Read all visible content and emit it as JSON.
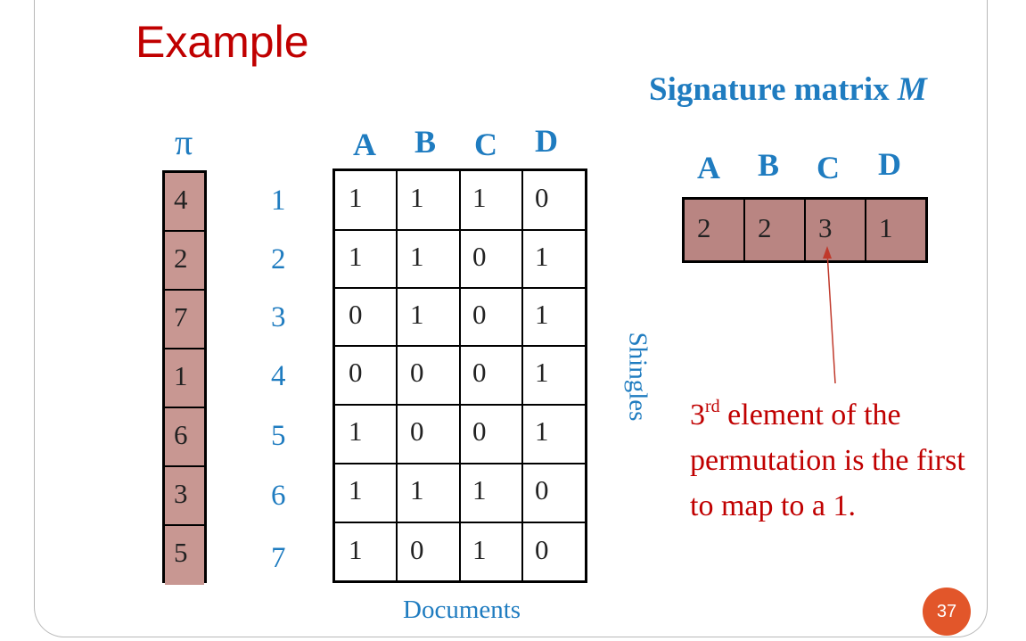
{
  "slide": {
    "title": "Example",
    "page_number": "37"
  },
  "permutation": {
    "symbol": "π",
    "values": [
      "4",
      "2",
      "7",
      "1",
      "6",
      "3",
      "5"
    ]
  },
  "row_numbers": [
    "1",
    "2",
    "3",
    "4",
    "5",
    "6",
    "7"
  ],
  "input_matrix": {
    "columns": [
      "A",
      "B",
      "C",
      "D"
    ],
    "rows": [
      [
        "1",
        "1",
        "1",
        "0"
      ],
      [
        "1",
        "1",
        "0",
        "1"
      ],
      [
        "0",
        "1",
        "0",
        "1"
      ],
      [
        "0",
        "0",
        "0",
        "1"
      ],
      [
        "1",
        "0",
        "0",
        "1"
      ],
      [
        "1",
        "1",
        "1",
        "0"
      ],
      [
        "1",
        "0",
        "1",
        "0"
      ]
    ],
    "row_axis_label": "Shingles",
    "col_axis_label": "Documents"
  },
  "signature": {
    "title_prefix": "Signature matrix ",
    "title_var": "M",
    "columns": [
      "A",
      "B",
      "C",
      "D"
    ],
    "values": [
      "2",
      "2",
      "3",
      "1"
    ]
  },
  "note": {
    "ordinal_number": "3",
    "ordinal_suffix": "rd",
    "text": " element of the permutation is the first to map to a 1."
  },
  "colors": {
    "title_red": "#c00000",
    "label_blue": "#1f7cc0",
    "cell_fill": "#c89792",
    "badge_orange": "#e2562a",
    "arrow_red": "#c0392b"
  }
}
